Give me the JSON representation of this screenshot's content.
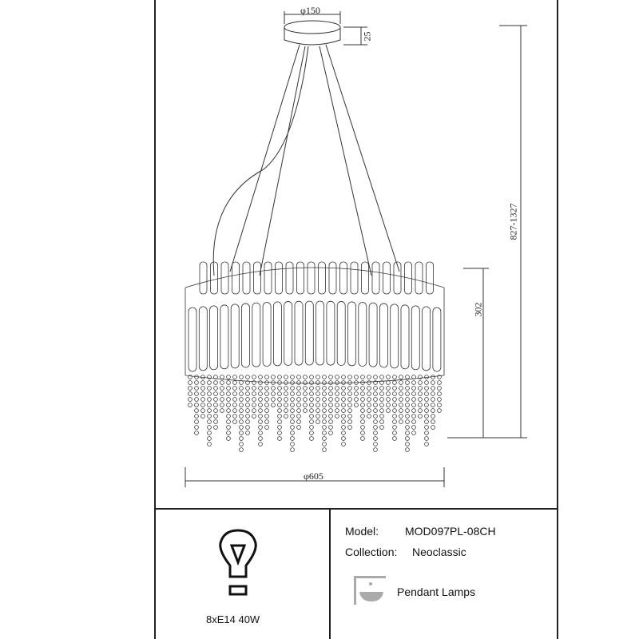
{
  "dimensions": {
    "canopy_diameter": "φ150",
    "canopy_height": "25",
    "total_height": "827-1327",
    "body_height": "302",
    "body_diameter": "φ605"
  },
  "specs": {
    "bulb": "8xE14 40W",
    "model_label": "Model:",
    "model_value": "MOD097PL-08CH",
    "collection_label": "Collection:",
    "collection_value": "Neoclassic",
    "type_label": "Pendant Lamps"
  }
}
